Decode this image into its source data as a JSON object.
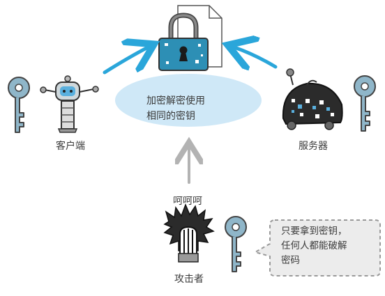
{
  "diagram": {
    "center_text_line1": "加密解密使用",
    "center_text_line2": "相同的密钥",
    "client_label": "客户端",
    "server_label": "服务器",
    "attacker_sound": "呵呵呵",
    "attacker_label": "攻击者",
    "speech_line1": "只要拿到密钥，",
    "speech_line2": "任何人都能破解",
    "speech_line3": "密码"
  },
  "colors": {
    "accent_arrow": "#2aa6da",
    "ellipse_fill": "#cfe8f7",
    "lock_fill": "#2d8fb5",
    "key_fill": "#8fb6c9",
    "gray_arrow": "#b3b3b3"
  },
  "icons": [
    "document-icon",
    "padlock-icon",
    "key-icon",
    "robot-icon",
    "server-robot-icon",
    "attacker-icon"
  ]
}
